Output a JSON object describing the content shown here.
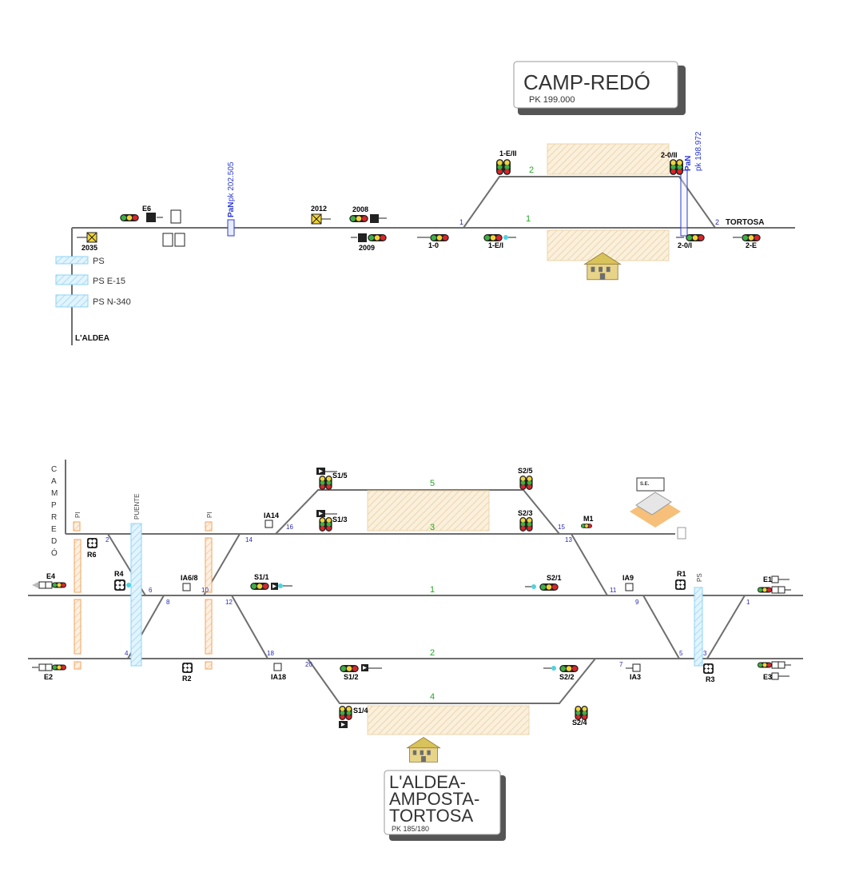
{
  "top": {
    "station": {
      "name": "CAMP-REDÓ",
      "pk": "PK 199.000"
    },
    "pan1": {
      "label": "PaN",
      "pk": "pk 202.505"
    },
    "pan2": {
      "label": "PaN",
      "pk": "pk 198.972"
    },
    "destination": "TORTOSA",
    "origin": "L'ALDEA",
    "track_labels": [
      "1",
      "2"
    ],
    "switch_numbers": [
      "1",
      "2"
    ],
    "signals": [
      "E6",
      "2035",
      "2012",
      "2008",
      "2009",
      "1-0",
      "1-E/I",
      "1-E/II",
      "2-0/II",
      "2-0/I",
      "2-E"
    ],
    "crossings": [
      "PS",
      "PS E-15",
      "PS N-340"
    ]
  },
  "bottom": {
    "station": {
      "line1": "L'ALDEA-",
      "line2": "AMPOSTA-",
      "line3": "TORTOSA",
      "pk": "PK 185/180"
    },
    "side_label": "CAMPREDÓ",
    "track_labels": [
      "5",
      "3",
      "1",
      "2",
      "4"
    ],
    "switch_numbers": [
      "16",
      "15",
      "14",
      "13",
      "2",
      "6",
      "10",
      "11",
      "8",
      "12",
      "9",
      "1",
      "4",
      "18",
      "20",
      "7",
      "5",
      "3"
    ],
    "signals": [
      "S1/5",
      "S2/5",
      "IA14",
      "S1/3",
      "S2/3",
      "M1",
      "R6",
      "E4",
      "R4",
      "IA6/8",
      "S1/1",
      "S2/1",
      "IA9",
      "R1",
      "E1",
      "E2",
      "R2",
      "IA18",
      "S1/2",
      "S2/2",
      "IA3",
      "R3",
      "E3",
      "S1/4",
      "S2/4"
    ],
    "vertical_labels": [
      "PI",
      "PUENTE",
      "PI",
      "PS"
    ],
    "se_label": "S.E."
  },
  "colors": {
    "track": "#6e6e6e",
    "number": "#2a2ab0",
    "track_label": "#22aa22",
    "platform": "#f3e2c0",
    "crossing": "#8fd3f5",
    "pi": "#f2a35c",
    "pan": "#2b3ad4"
  }
}
